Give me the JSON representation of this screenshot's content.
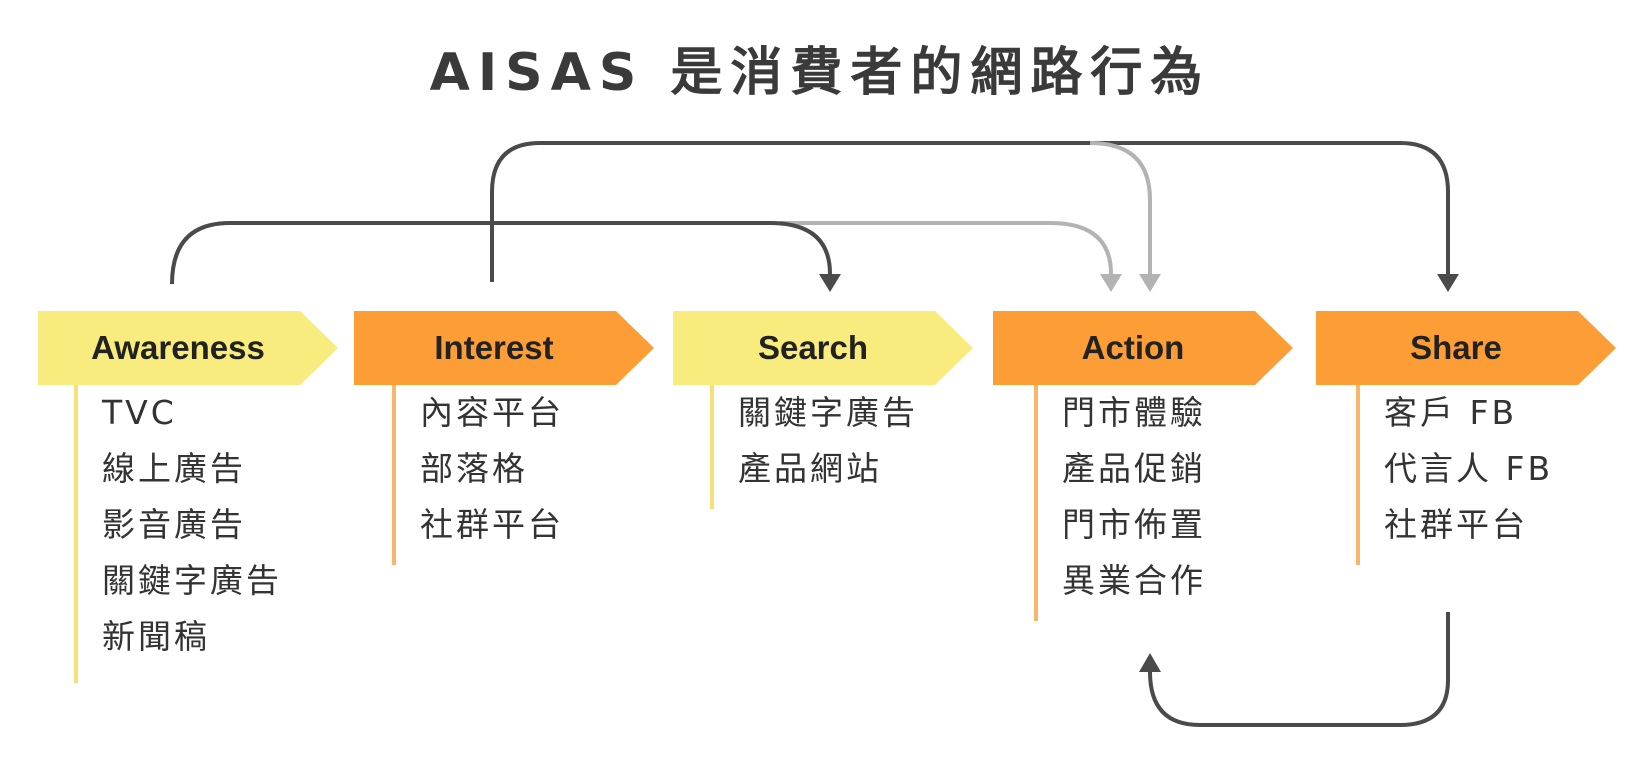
{
  "title": "AISAS 是消費者的網路行為",
  "colors": {
    "yellow": "#f9ec7e",
    "yellow_line": "#f7e07a",
    "orange": "#fc9d36",
    "orange_line": "#fbb56b",
    "dark_arrow": "#4a4a4a",
    "light_arrow": "#b3b3b3"
  },
  "stages": [
    {
      "label": "Awareness",
      "color": "yellow",
      "items": [
        "TVC",
        "線上廣告",
        "影音廣告",
        "關鍵字廣告",
        "新聞稿"
      ]
    },
    {
      "label": "Interest",
      "color": "orange",
      "items": [
        "內容平台",
        "部落格",
        "社群平台"
      ]
    },
    {
      "label": "Search",
      "color": "yellow",
      "items": [
        "關鍵字廣告",
        "產品網站"
      ]
    },
    {
      "label": "Action",
      "color": "orange",
      "items": [
        "門市體驗",
        "產品促銷",
        "門市佈置",
        "異業合作"
      ]
    },
    {
      "label": "Share",
      "color": "orange",
      "items": [
        "客戶 FB",
        "代言人 FB",
        "社群平台"
      ]
    }
  ]
}
